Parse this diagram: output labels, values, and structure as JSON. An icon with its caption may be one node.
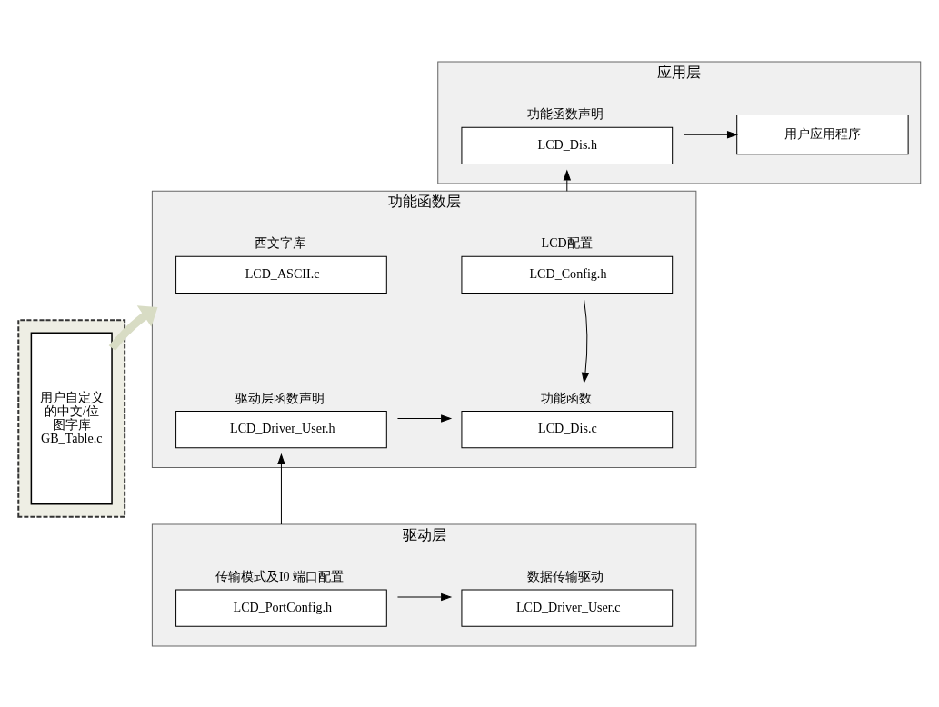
{
  "diagram": {
    "nodes": [
      {
        "text": [
          "应用层"
        ]
      },
      {
        "text": [
          "功能函数声明",
          "LCD_Dis.h"
        ],
        "in": 0
      },
      {
        "text": [
          "用户应用程序"
        ],
        "in": 0
      },
      {
        "text": [
          "功能函数层"
        ]
      },
      {
        "text": [
          "西文字库",
          "LCD_ASCII.c"
        ],
        "in": 3
      },
      {
        "text": [
          "LCD配置",
          "LCD_Config.h"
        ],
        "in": 3
      },
      {
        "text": [
          "驱动层函数声明",
          "LCD_Driver_User.h"
        ],
        "in": 3
      },
      {
        "text": [
          "功能函数",
          "LCD_Dis.c"
        ],
        "in": 3
      },
      {
        "text": [],
        "shape": "box"
      },
      {
        "text": [
          "用户自定义的中文/位图字库 GB_Table.c"
        ],
        "in": 8
      },
      {
        "text": [
          "驱动层"
        ]
      },
      {
        "text": [
          "传输模式及I0 端口配置",
          "LCD_PortConfig.h"
        ],
        "in": 10
      },
      {
        "text": [
          "数据传输驱动",
          "LCD_Driver_User.c"
        ],
        "in": 10
      }
    ],
    "edges": [
      {
        "from": 1,
        "to": 2,
        "arrow": "to"
      },
      {
        "from": 3,
        "to": 1,
        "arrow": "to"
      },
      {
        "from": 5,
        "to": 7,
        "arrow": "to"
      },
      {
        "from": 6,
        "to": 7,
        "arrow": "to"
      },
      {
        "from": 9,
        "to": 3,
        "arrow": "to",
        "style": "thick",
        "color": "#d8dcc4"
      },
      {
        "from": 10,
        "to": 6,
        "arrow": "to"
      },
      {
        "from": 11,
        "to": 12,
        "arrow": "to"
      }
    ]
  }
}
